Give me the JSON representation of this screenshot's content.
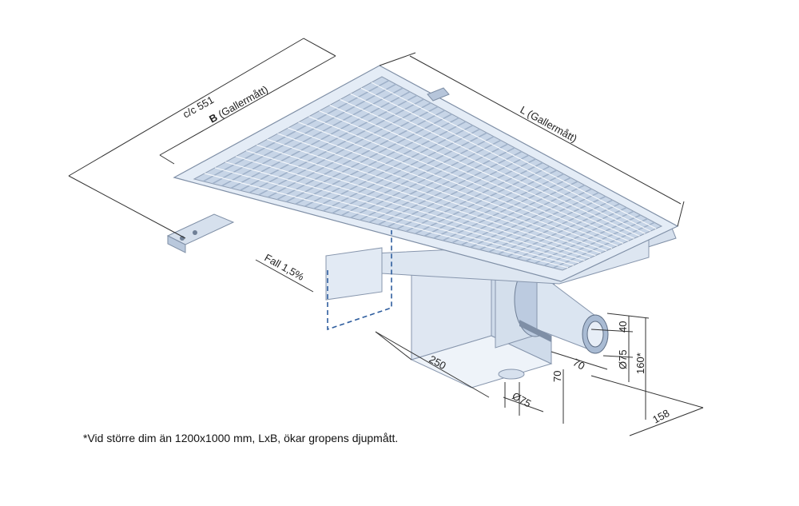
{
  "dimensions": {
    "cc": "c/c 551",
    "b_label_bold": "B",
    "b_label_rest": " (Gallermått)",
    "l_label": "L (Gallermått)",
    "fall": "Fall 1,5%",
    "d250": "250",
    "d70_upper": "70",
    "d70_lower": "70",
    "d_outlet": "Ø75",
    "d_bottom": "Ø75",
    "d40": "40",
    "d160": "160*",
    "d158": "158"
  },
  "footnote": "*Vid större dim än 1200x1000 mm, LxB, ökar gropens djupmått.",
  "colors": {
    "frame": "#dde6f2",
    "frame_edge": "#7f8fa6",
    "grate": "#c6d4e6",
    "box": "#e6edf6",
    "dim_line": "#333333",
    "dashed": "#2e5d9e"
  }
}
